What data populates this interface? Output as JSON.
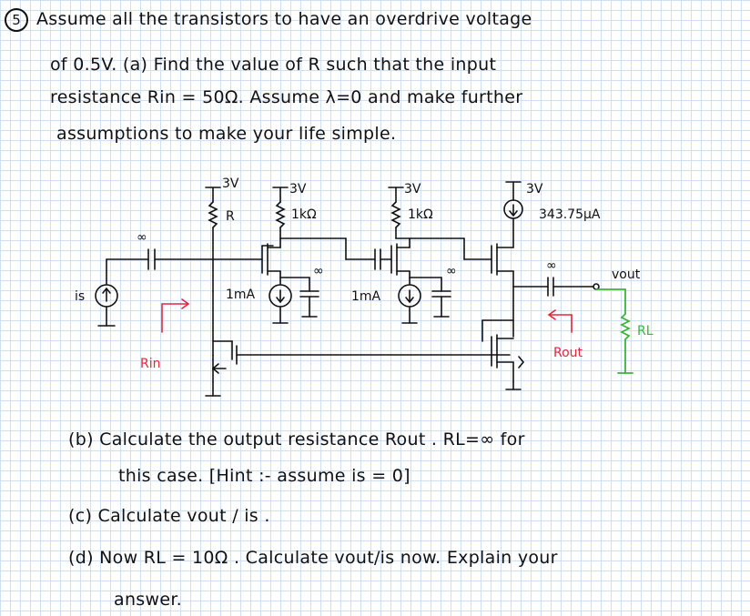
{
  "problem": {
    "number": "5",
    "line1": "Assume all the transistors to have an overdrive voltage",
    "line2": "of 0.5V. (a) Find the value of R such that the input",
    "line3": "resistance Rin = 50Ω. Assume λ=0 and make further",
    "line4": "assumptions to make your life simple."
  },
  "circuit": {
    "vdd1": "3V",
    "vdd2": "3V",
    "vdd3": "3V",
    "vdd4": "3V",
    "r_label": "R",
    "rd1_label": "1kΩ",
    "rd2_label": "1kΩ",
    "bias_current": "343.75µA",
    "cap1_label": "∞",
    "cap2_label": "∞",
    "cap3_label": "∞",
    "cap4_label": "∞",
    "src1_label": "1mA",
    "src2_label": "1mA",
    "is_label": "is",
    "vout_label": "vout",
    "rl_label": "RL",
    "rin_label": "Rin",
    "rout_label": "Rout"
  },
  "parts": {
    "b1": "(b) Calculate the output resistance Rout . RL=∞ for",
    "b2": "this case. [Hint :- assume is = 0]",
    "c": "(c) Calculate vout / is .",
    "d1": "(d) Now RL = 10Ω . Calculate vout/is now. Explain your",
    "d2": "answer."
  },
  "colors": {
    "ink": "#111111",
    "red": "#e0283a",
    "green": "#3cb43a",
    "grid": "#cfe0f4"
  }
}
